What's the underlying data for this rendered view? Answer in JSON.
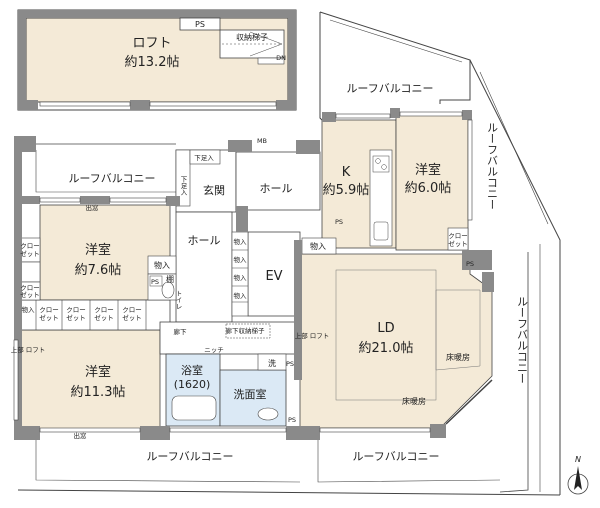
{
  "colors": {
    "wall": "#8a8a8a",
    "room_wood": "#f4ead7",
    "room_white": "#ffffff",
    "balcony": "#ffffff",
    "line": "#444444",
    "bath": "#dbe9f5",
    "kitchen": "#ece4d4"
  },
  "loft": {
    "name": "ロフト",
    "area": "約13.2帖",
    "ps": "PS",
    "storage_ladder": "収納梯子",
    "dn": "DN"
  },
  "balconies": {
    "top": "ルーフバルコニー",
    "left_upper": "ルーフバルコニー",
    "right_upper": "ルーフバルコニー",
    "right_lower": "ルーフバルコニー",
    "bottom_left": "ルーフバルコニー",
    "bottom_right": "ルーフバルコニー"
  },
  "rooms": {
    "kitchen": {
      "name": "K",
      "area": "約5.9帖"
    },
    "western_ne": {
      "name": "洋室",
      "area": "約6.0帖"
    },
    "western_nw": {
      "name": "洋室",
      "area": "約7.6帖"
    },
    "western_sw": {
      "name": "洋室",
      "area": "約11.3帖"
    },
    "ld": {
      "name": "LD",
      "area": "約21.0帖"
    },
    "bath": {
      "name": "浴室",
      "size": "(1620)"
    },
    "washroom": {
      "name": "洗面室"
    }
  },
  "labels": {
    "genkan": "玄関",
    "hall_upper": "ホール",
    "hall_mid": "ホール",
    "ev": "EV",
    "shitaashi_1": "下足入",
    "shitaashi_2": "下足入",
    "monoire": "物入",
    "monoire_2": "物入",
    "tana": "棚",
    "toilet": "トイレ",
    "ps": "PS",
    "ps_2": "PS",
    "ps_3": "PS",
    "ps_4": "PS",
    "ps_5": "PS",
    "closet": "クロー\nゼット",
    "rouka_ladder": "廊下収納梯子",
    "niche": "ニッチ",
    "wash": "洗",
    "jobu_loft_left": "上部\nロフト",
    "jobu_loft_right": "上部\nロフト",
    "yukadanbou_1": "床暖房",
    "yukadanbou_2": "床暖房",
    "demado_1": "出窓",
    "demado_2": "出窓",
    "mb": "MB",
    "north": "N"
  },
  "closets": {
    "labels": [
      "クロー",
      "ゼット"
    ],
    "mono": "物入"
  }
}
